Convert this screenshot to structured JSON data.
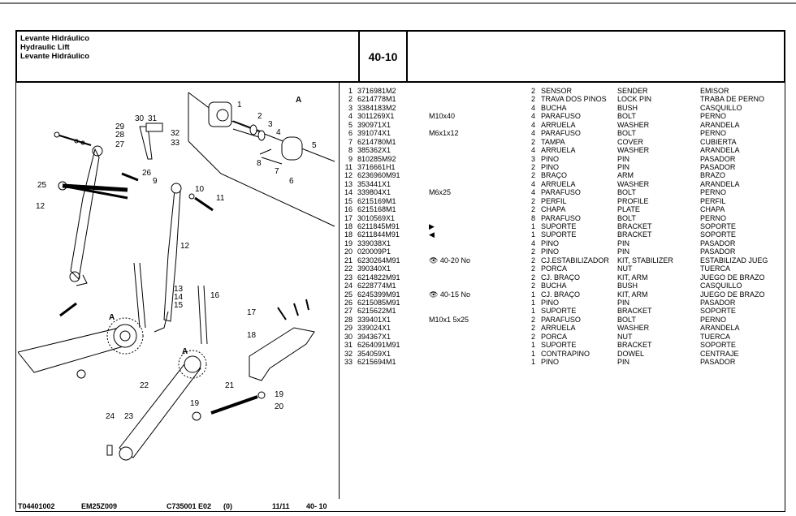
{
  "header": {
    "title_pt": "Levante Hidráulico",
    "title_en": "Hydraulic Lift",
    "title_es": "Levante Hidráulico",
    "page_ref": "40-10"
  },
  "footer": {
    "code": "T04401002",
    "model": "EM25Z009",
    "catalog": "C735001  E02",
    "rev": "(0)",
    "date": "11/11",
    "page": "40- 10"
  },
  "diagram": {
    "callouts": [
      "1",
      "2",
      "3",
      "4",
      "5",
      "6",
      "7",
      "8",
      "9",
      "10",
      "11",
      "12",
      "13",
      "14",
      "15",
      "16",
      "17",
      "18",
      "19",
      "20",
      "21",
      "22",
      "23",
      "24",
      "25",
      "26",
      "27",
      "28",
      "29",
      "30",
      "31",
      "32",
      "33"
    ],
    "view_label": "A"
  },
  "parts": [
    {
      "n": "1",
      "part": "3716981M2",
      "spec": "",
      "qty": "2",
      "pt": "SENSOR",
      "en": "SENDER",
      "es": "EMISOR"
    },
    {
      "n": "2",
      "part": "6214778M1",
      "spec": "",
      "qty": "2",
      "pt": "TRAVA DOS PINOS",
      "en": "LOCK PIN",
      "es": "TRABA DE PERNO"
    },
    {
      "n": "3",
      "part": "3384183M2",
      "spec": "",
      "qty": "4",
      "pt": "BUCHA",
      "en": "BUSH",
      "es": "CASQUILLO"
    },
    {
      "n": "4",
      "part": "3011269X1",
      "spec": "M10x40",
      "qty": "4",
      "pt": "PARAFUSO",
      "en": "BOLT",
      "es": "PERNO"
    },
    {
      "n": "5",
      "part": "390971X1",
      "spec": "",
      "qty": "4",
      "pt": "ARRUELA",
      "en": "WASHER",
      "es": "ARANDELA"
    },
    {
      "n": "6",
      "part": "391074X1",
      "spec": "M6x1x12",
      "qty": "4",
      "pt": "PARAFUSO",
      "en": "BOLT",
      "es": "PERNO"
    },
    {
      "n": "7",
      "part": "6214780M1",
      "spec": "",
      "qty": "2",
      "pt": "TAMPA",
      "en": "COVER",
      "es": "CUBIERTA"
    },
    {
      "n": "8",
      "part": "385362X1",
      "spec": "",
      "qty": "4",
      "pt": "ARRUELA",
      "en": "WASHER",
      "es": "ARANDELA"
    },
    {
      "n": "9",
      "part": "810285M92",
      "spec": "",
      "qty": "3",
      "pt": "PINO",
      "en": "PIN",
      "es": "PASADOR"
    },
    {
      "n": "11",
      "part": "3716661H1",
      "spec": "",
      "qty": "2",
      "pt": "PINO",
      "en": "PIN",
      "es": "PASADOR"
    },
    {
      "n": "12",
      "part": "6236960M91",
      "spec": "",
      "qty": "2",
      "pt": "BRAÇO",
      "en": "ARM",
      "es": "BRAZO"
    },
    {
      "n": "13",
      "part": "353441X1",
      "spec": "",
      "qty": "4",
      "pt": "ARRUELA",
      "en": "WASHER",
      "es": "ARANDELA"
    },
    {
      "n": "14",
      "part": "339804X1",
      "spec": "M6x25",
      "qty": "4",
      "pt": "PARAFUSO",
      "en": "BOLT",
      "es": "PERNO"
    },
    {
      "n": "15",
      "part": "6215169M1",
      "spec": "",
      "qty": "2",
      "pt": "PERFIL",
      "en": "PROFILE",
      "es": "PERFIL"
    },
    {
      "n": "16",
      "part": "6215168M1",
      "spec": "",
      "qty": "2",
      "pt": "CHAPA",
      "en": "PLATE",
      "es": "CHAPA"
    },
    {
      "n": "17",
      "part": "3010569X1",
      "spec": "",
      "qty": "8",
      "pt": "PARAFUSO",
      "en": "BOLT",
      "es": "PERNO"
    },
    {
      "n": "18",
      "part": "6211845M91",
      "spec": "▶",
      "qty": "1",
      "pt": "SUPORTE",
      "en": "BRACKET",
      "es": "SOPORTE"
    },
    {
      "n": "18",
      "part": "6211844M91",
      "spec": "◀",
      "qty": "1",
      "pt": "SUPORTE",
      "en": "BRACKET",
      "es": "SOPORTE"
    },
    {
      "n": "19",
      "part": "339038X1",
      "spec": "",
      "qty": "4",
      "pt": "PINO",
      "en": "PIN",
      "es": "PASADOR"
    },
    {
      "n": "20",
      "part": "020009P1",
      "spec": "",
      "qty": "2",
      "pt": "PINO",
      "en": "PIN",
      "es": "PASADOR"
    },
    {
      "n": "21",
      "part": "6230264M91",
      "spec": "👁 40-20 No",
      "qty": "2",
      "pt": "CJ.ESTABILIZADOR",
      "en": "KIT, STABILIZER",
      "es": "ESTABILIZAD JUEG"
    },
    {
      "n": "22",
      "part": "390340X1",
      "spec": "",
      "qty": "2",
      "pt": "PORCA",
      "en": "NUT",
      "es": "TUERCA"
    },
    {
      "n": "23",
      "part": "6214822M91",
      "spec": "",
      "qty": "2",
      "pt": "CJ. BRAÇO",
      "en": "KIT, ARM",
      "es": "JUEGO DE BRAZO"
    },
    {
      "n": "24",
      "part": "6228774M1",
      "spec": "",
      "qty": "2",
      "pt": "BUCHA",
      "en": "BUSH",
      "es": "CASQUILLO"
    },
    {
      "n": "25",
      "part": "6245399M91",
      "spec": "👁 40-15 No",
      "qty": "1",
      "pt": "CJ. BRAÇO",
      "en": "KIT, ARM",
      "es": "JUEGO DE BRAZO"
    },
    {
      "n": "26",
      "part": "6215085M91",
      "spec": "",
      "qty": "1",
      "pt": "PINO",
      "en": "PIN",
      "es": "PASADOR"
    },
    {
      "n": "27",
      "part": "6215622M1",
      "spec": "",
      "qty": "1",
      "pt": "SUPORTE",
      "en": "BRACKET",
      "es": "SOPORTE"
    },
    {
      "n": "28",
      "part": "339401X1",
      "spec": "M10x1  5x25",
      "qty": "2",
      "pt": "PARAFUSO",
      "en": "BOLT",
      "es": "PERNO"
    },
    {
      "n": "29",
      "part": "339024X1",
      "spec": "",
      "qty": "2",
      "pt": "ARRUELA",
      "en": "WASHER",
      "es": "ARANDELA"
    },
    {
      "n": "30",
      "part": "394367X1",
      "spec": "",
      "qty": "2",
      "pt": "PORCA",
      "en": "NUT",
      "es": "TUERCA"
    },
    {
      "n": "31",
      "part": "6264091M91",
      "spec": "",
      "qty": "1",
      "pt": "SUPORTE",
      "en": "BRACKET",
      "es": "SOPORTE"
    },
    {
      "n": "32",
      "part": "354059X1",
      "spec": "",
      "qty": "1",
      "pt": "CONTRAPINO",
      "en": "DOWEL",
      "es": "CENTRAJE"
    },
    {
      "n": "33",
      "part": "6215694M1",
      "spec": "",
      "qty": "1",
      "pt": "PINO",
      "en": "PIN",
      "es": "PASADOR"
    }
  ]
}
